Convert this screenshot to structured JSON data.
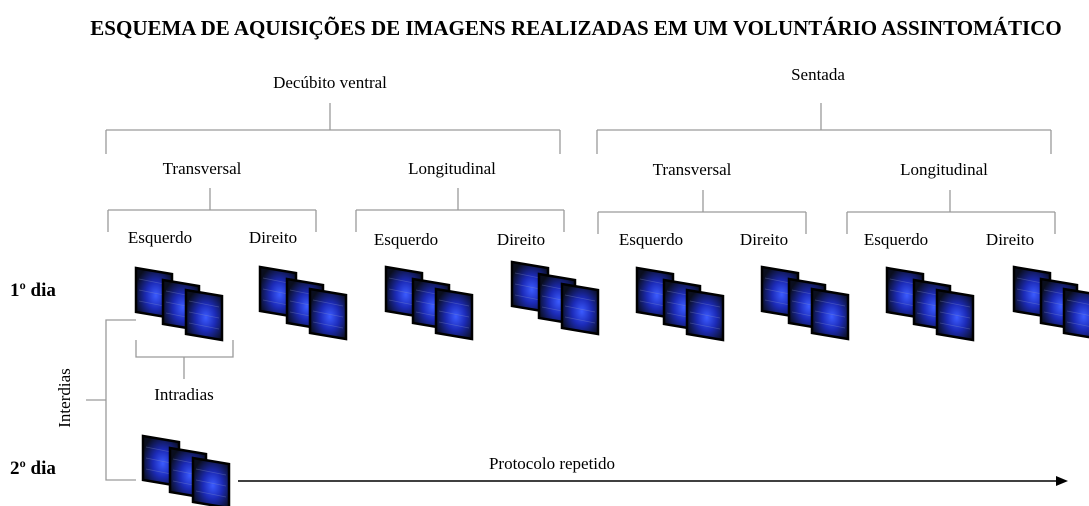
{
  "title": "ESQUEMA DE AQUISIÇÕES DE IMAGENS REALIZADAS EM UM VOLUNTÁRIO ASSINTOMÁTICO",
  "positions": [
    "Decúbito ventral",
    "Sentada"
  ],
  "orientations": [
    "Transversal",
    "Longitudinal",
    "Transversal",
    "Longitudinal"
  ],
  "sides": [
    "Esquerdo",
    "Direito",
    "Esquerdo",
    "Direito",
    "Esquerdo",
    "Direito",
    "Esquerdo",
    "Direito"
  ],
  "days": [
    "1º dia",
    "2º dia"
  ],
  "intradias_label": "Intradias",
  "interdias_label": "Interdias",
  "protocolo_label": "Protocolo repetido",
  "colors": {
    "ultrasound_bg": "#0b0f1c",
    "ultrasound_blue": "#2a3fd6",
    "frame_border": "#000000",
    "lines": "#9a9a9a",
    "arrow": "#000000"
  }
}
